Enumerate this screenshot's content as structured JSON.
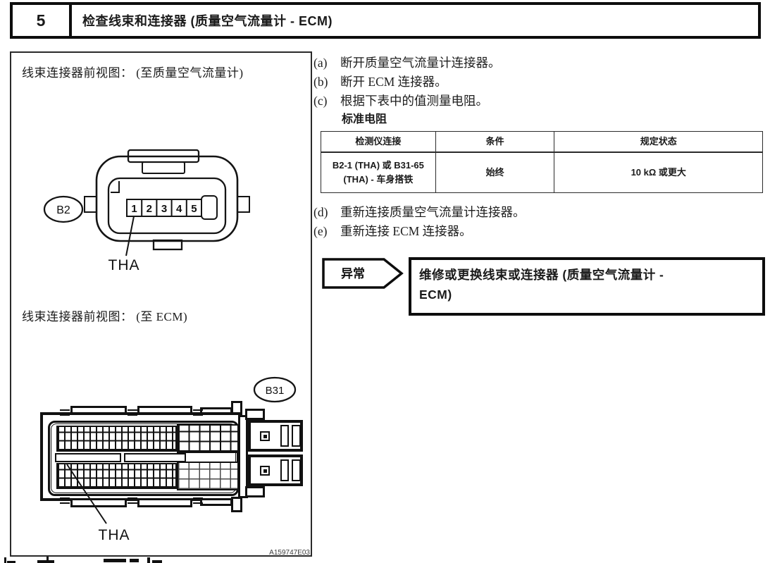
{
  "step_header": {
    "number": "5",
    "title": "检查线束和连接器 (质量空气流量计 - ECM)"
  },
  "figure": {
    "caption_maf": "线束连接器前视图： (至质量空气流量计)",
    "caption_ecm": "线束连接器前视图： (至 ECM)",
    "b2_label": "B2",
    "b31_label": "B31",
    "pins": [
      "1",
      "2",
      "3",
      "4",
      "5"
    ],
    "pin_signal_b2": "THA",
    "pin_signal_b31": "THA",
    "figure_code": "A159747E03"
  },
  "procedure": {
    "steps": [
      {
        "label": "(a)",
        "text": "断开质量空气流量计连接器。"
      },
      {
        "label": "(b)",
        "text": "断开 ECM 连接器。"
      },
      {
        "label": "(c)",
        "text": "根据下表中的值测量电阻。"
      },
      {
        "label": "(d)",
        "text": "重新连接质量空气流量计连接器。"
      },
      {
        "label": "(e)",
        "text": "重新连接 ECM 连接器。"
      }
    ],
    "table_title": "标准电阻",
    "table": {
      "headers": [
        "检测仪连接",
        "条件",
        "规定状态"
      ],
      "row": [
        "B2-1 (THA) 或 B31-65 (THA) - 车身搭铁",
        "始终",
        "10 kΩ 或更大"
      ]
    },
    "result_condition": "异常",
    "result_action_line1": "维修或更换线束或连接器 (质量空气流量计 -",
    "result_action_line2": "ECM)"
  },
  "colors": {
    "ink": "#111111",
    "paper": "#ffffff"
  }
}
